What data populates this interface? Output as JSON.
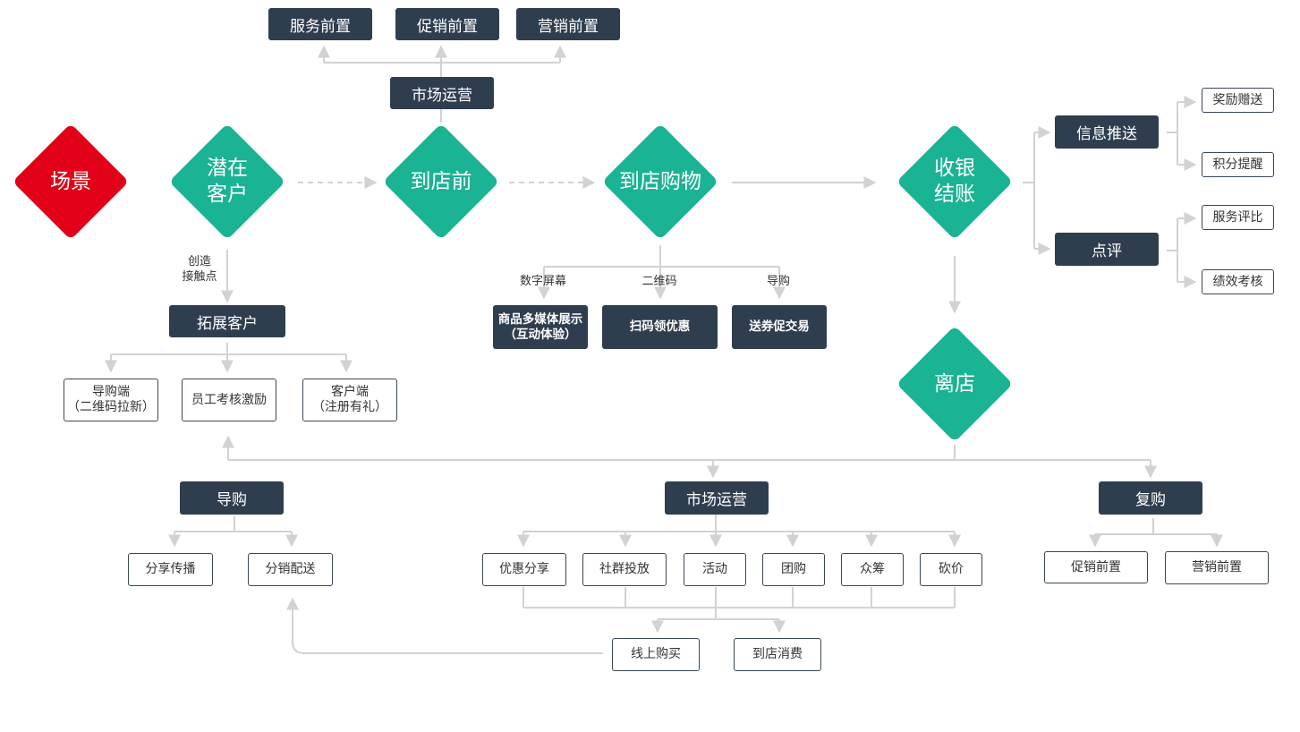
{
  "nodes": {
    "scene": "场景",
    "potential_customer": "潜在\n客户",
    "before_store": "到店前",
    "in_store_shopping": "到店购物",
    "checkout": "收银\n结账",
    "leave_store": "离店"
  },
  "top": {
    "service_front": "服务前置",
    "promo_front": "促销前置",
    "marketing_front": "营销前置",
    "market_ops": "市场运营"
  },
  "acquisition": {
    "edge_label": "创造\n接触点",
    "expand_customers": "拓展客户",
    "guide_end": "导购端\n（二维码拉新）",
    "staff_incentive": "员工考核激励",
    "client_end": "客户端\n（注册有礼）"
  },
  "in_store": {
    "label_screen": "数字屏幕",
    "label_qr": "二维码",
    "label_guide": "导购",
    "multimedia": "商品多媒体展示\n（互动体验）",
    "scan_coupon": "扫码领优惠",
    "coupon_trade": "送券促交易"
  },
  "checkout_branch": {
    "info_push": "信息推送",
    "review": "点评",
    "reward_gift": "奖励赠送",
    "points_reminder": "积分提醒",
    "service_rating": "服务评比",
    "performance_review": "绩效考核"
  },
  "after": {
    "guide": "导购",
    "share_spread": "分享传播",
    "distribution": "分销配送",
    "market_ops": "市场运营",
    "discount_share": "优惠分享",
    "community_ads": "社群投放",
    "activity": "活动",
    "group_buy": "团购",
    "crowdfunding": "众筹",
    "bargain": "砍价",
    "online_purchase": "线上购买",
    "in_store_consume": "到店消费",
    "repurchase": "复购",
    "promo_front": "促销前置",
    "marketing_front": "营销前置"
  }
}
